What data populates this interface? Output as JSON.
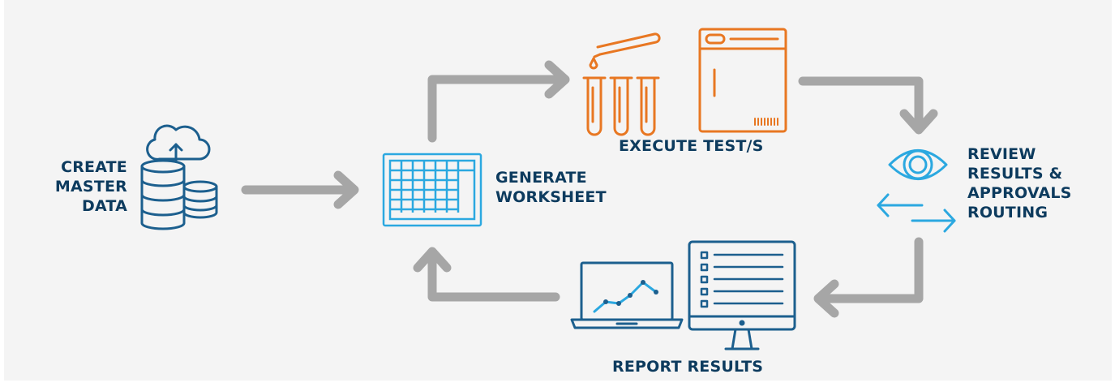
{
  "steps": {
    "create_master_data": {
      "lines": [
        "CREATE",
        "MASTER",
        "DATA"
      ],
      "icon": "cloud-upload-database-icon"
    },
    "generate_worksheet": {
      "lines": [
        "GENERATE",
        "WORKSHEET"
      ],
      "icon": "spreadsheet-grid-icon"
    },
    "execute_tests": {
      "lines": [
        "EXECUTE TEST/S"
      ],
      "icon": "test-tubes-and-incubator-icon"
    },
    "review_results": {
      "lines": [
        "REVIEW",
        "RESULTS &",
        "APPROVALS",
        "ROUTING"
      ],
      "icon": "eye-and-exchange-arrows-icon"
    },
    "report_results": {
      "lines": [
        "REPORT RESULTS"
      ],
      "icon": "laptop-chart-and-monitor-list-icon"
    }
  },
  "colors": {
    "background": "#f4f4f4",
    "label": "#0d3b5e",
    "blue_icon": "#1c5f8e",
    "light_blue_icon": "#2ba8e0",
    "orange_icon": "#e87722",
    "arrow": "#a6a6a6"
  }
}
